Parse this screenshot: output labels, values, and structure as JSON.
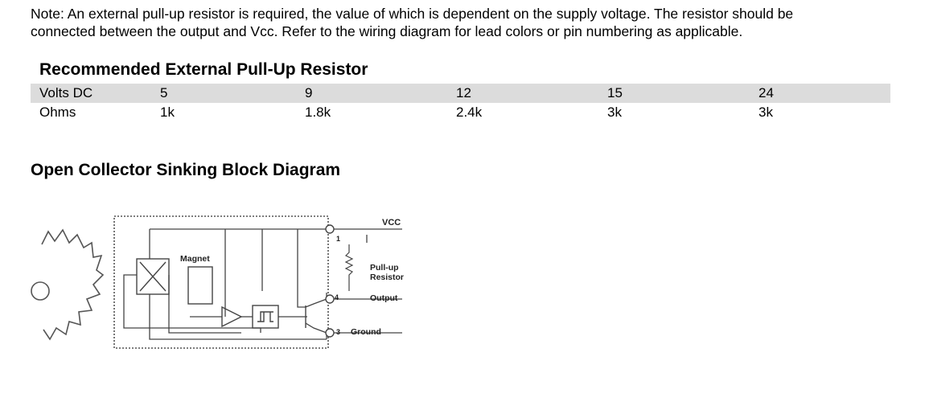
{
  "note": {
    "line1": "Note: An external pull-up resistor is required, the value of which is dependent on the supply voltage.  The resistor should be",
    "line2": "connected between the output and Vcc.  Refer to the wiring diagram for lead colors or pin numbering as applicable."
  },
  "resistor_table": {
    "title": "Recommended External Pull-Up Resistor",
    "rows": [
      {
        "label": "Volts DC",
        "values": [
          "5",
          "9",
          "12",
          "15",
          "24"
        ]
      },
      {
        "label": "Ohms",
        "values": [
          "1k",
          "1.8k",
          "2.4k",
          "3k",
          "3k"
        ]
      }
    ]
  },
  "diagram": {
    "title": "Open Collector Sinking Block Diagram",
    "labels": {
      "vcc": "VCC",
      "magnet": "Magnet",
      "pullup_line1": "Pull-up",
      "pullup_line2": "Resistor",
      "output": "Output",
      "ground": "Ground",
      "pin1": "1",
      "pin4": "4",
      "pin3": "3"
    }
  }
}
